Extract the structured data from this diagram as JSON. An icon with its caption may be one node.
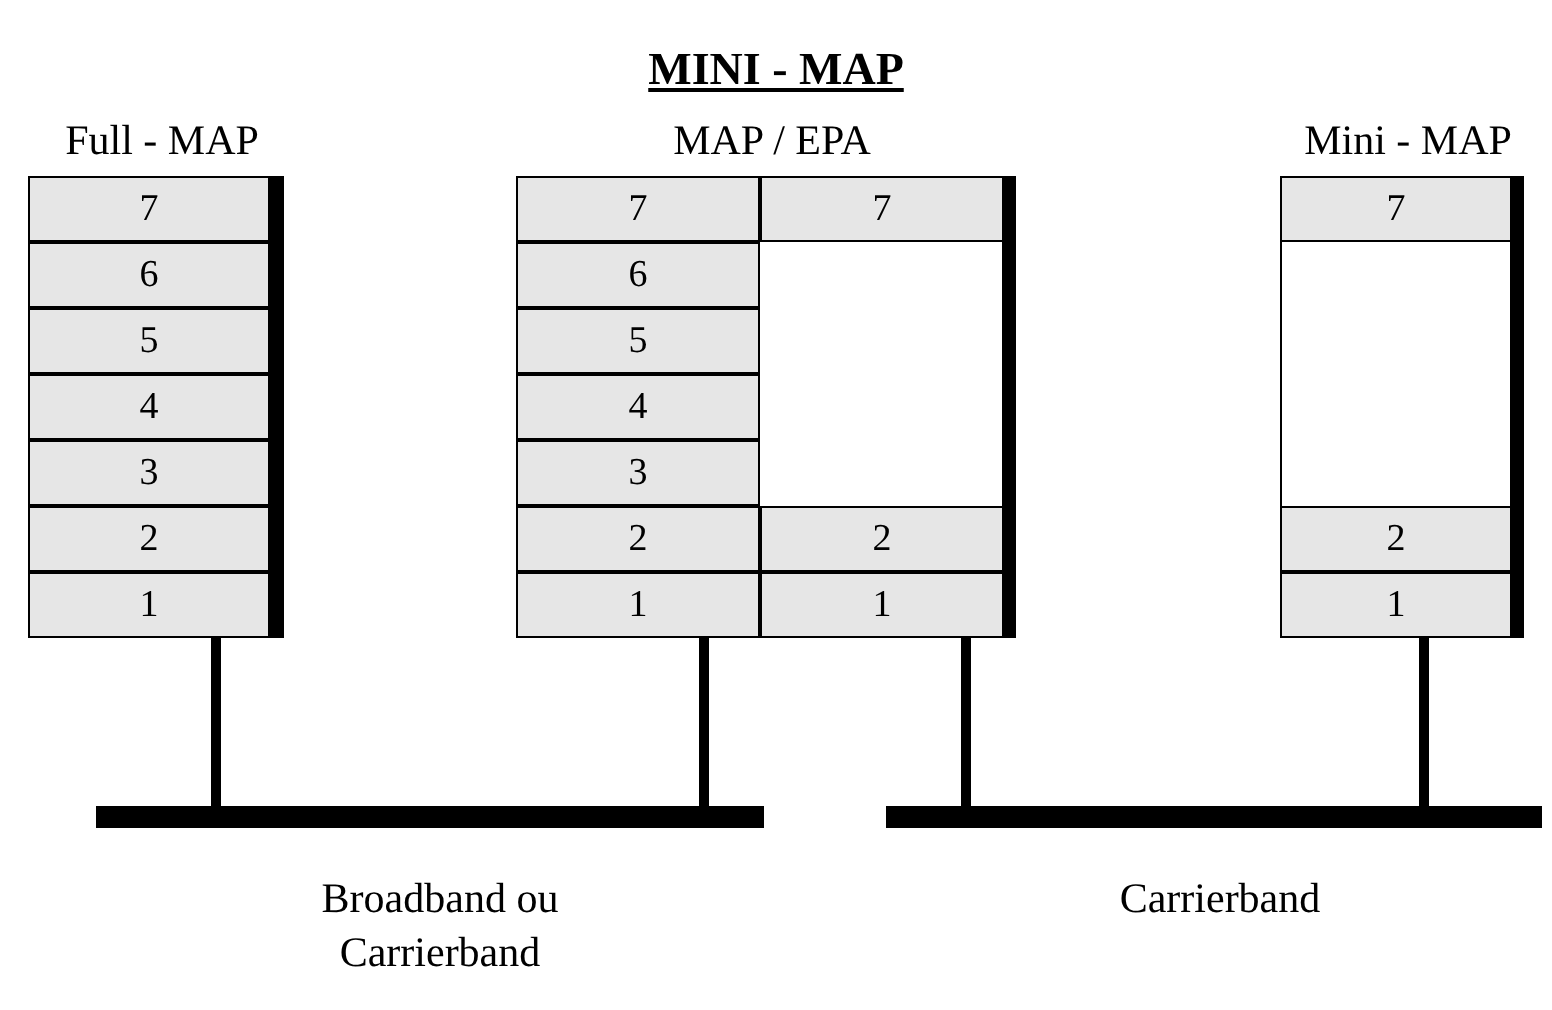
{
  "diagram": {
    "title": "MINI - MAP",
    "nodes": [
      {
        "text": [
          "Full - MAP"
        ]
      },
      {
        "text": [
          "7"
        ],
        "in": 0
      },
      {
        "text": [
          "6"
        ],
        "in": 0
      },
      {
        "text": [
          "5"
        ],
        "in": 0
      },
      {
        "text": [
          "4"
        ],
        "in": 0
      },
      {
        "text": [
          "3"
        ],
        "in": 0
      },
      {
        "text": [
          "2"
        ],
        "in": 0
      },
      {
        "text": [
          "1"
        ],
        "in": 0
      },
      {
        "text": [
          "MAP / EPA"
        ]
      },
      {
        "text": [
          "7"
        ],
        "in": 8
      },
      {
        "text": [
          "7"
        ],
        "in": 8
      },
      {
        "text": [
          "6"
        ],
        "in": 8
      },
      {
        "text": [
          "5"
        ],
        "in": 8
      },
      {
        "text": [
          "4"
        ],
        "in": 8
      },
      {
        "text": [
          "3"
        ],
        "in": 8
      },
      {
        "text": [
          "2"
        ],
        "in": 8
      },
      {
        "text": [
          "2"
        ],
        "in": 8
      },
      {
        "text": [
          "1"
        ],
        "in": 8
      },
      {
        "text": [
          "1"
        ],
        "in": 8
      },
      {
        "text": [
          "Mini - MAP"
        ]
      },
      {
        "text": [
          "7"
        ],
        "in": 19
      },
      {
        "text": [
          "2"
        ],
        "in": 19
      },
      {
        "text": [
          "1"
        ],
        "in": 19
      },
      {
        "text": [],
        "shape": "bar",
        "beside": [
          "Broadband ou Carrierband"
        ]
      },
      {
        "text": [],
        "shape": "bar",
        "beside": [
          "Carrierband"
        ]
      }
    ],
    "edges": [
      {
        "from": 0,
        "to": 23,
        "arrow": "none"
      },
      {
        "from": 8,
        "to": 23,
        "arrow": "none"
      },
      {
        "from": 8,
        "to": 24,
        "arrow": "none"
      },
      {
        "from": 19,
        "to": 24,
        "arrow": "none"
      }
    ]
  }
}
